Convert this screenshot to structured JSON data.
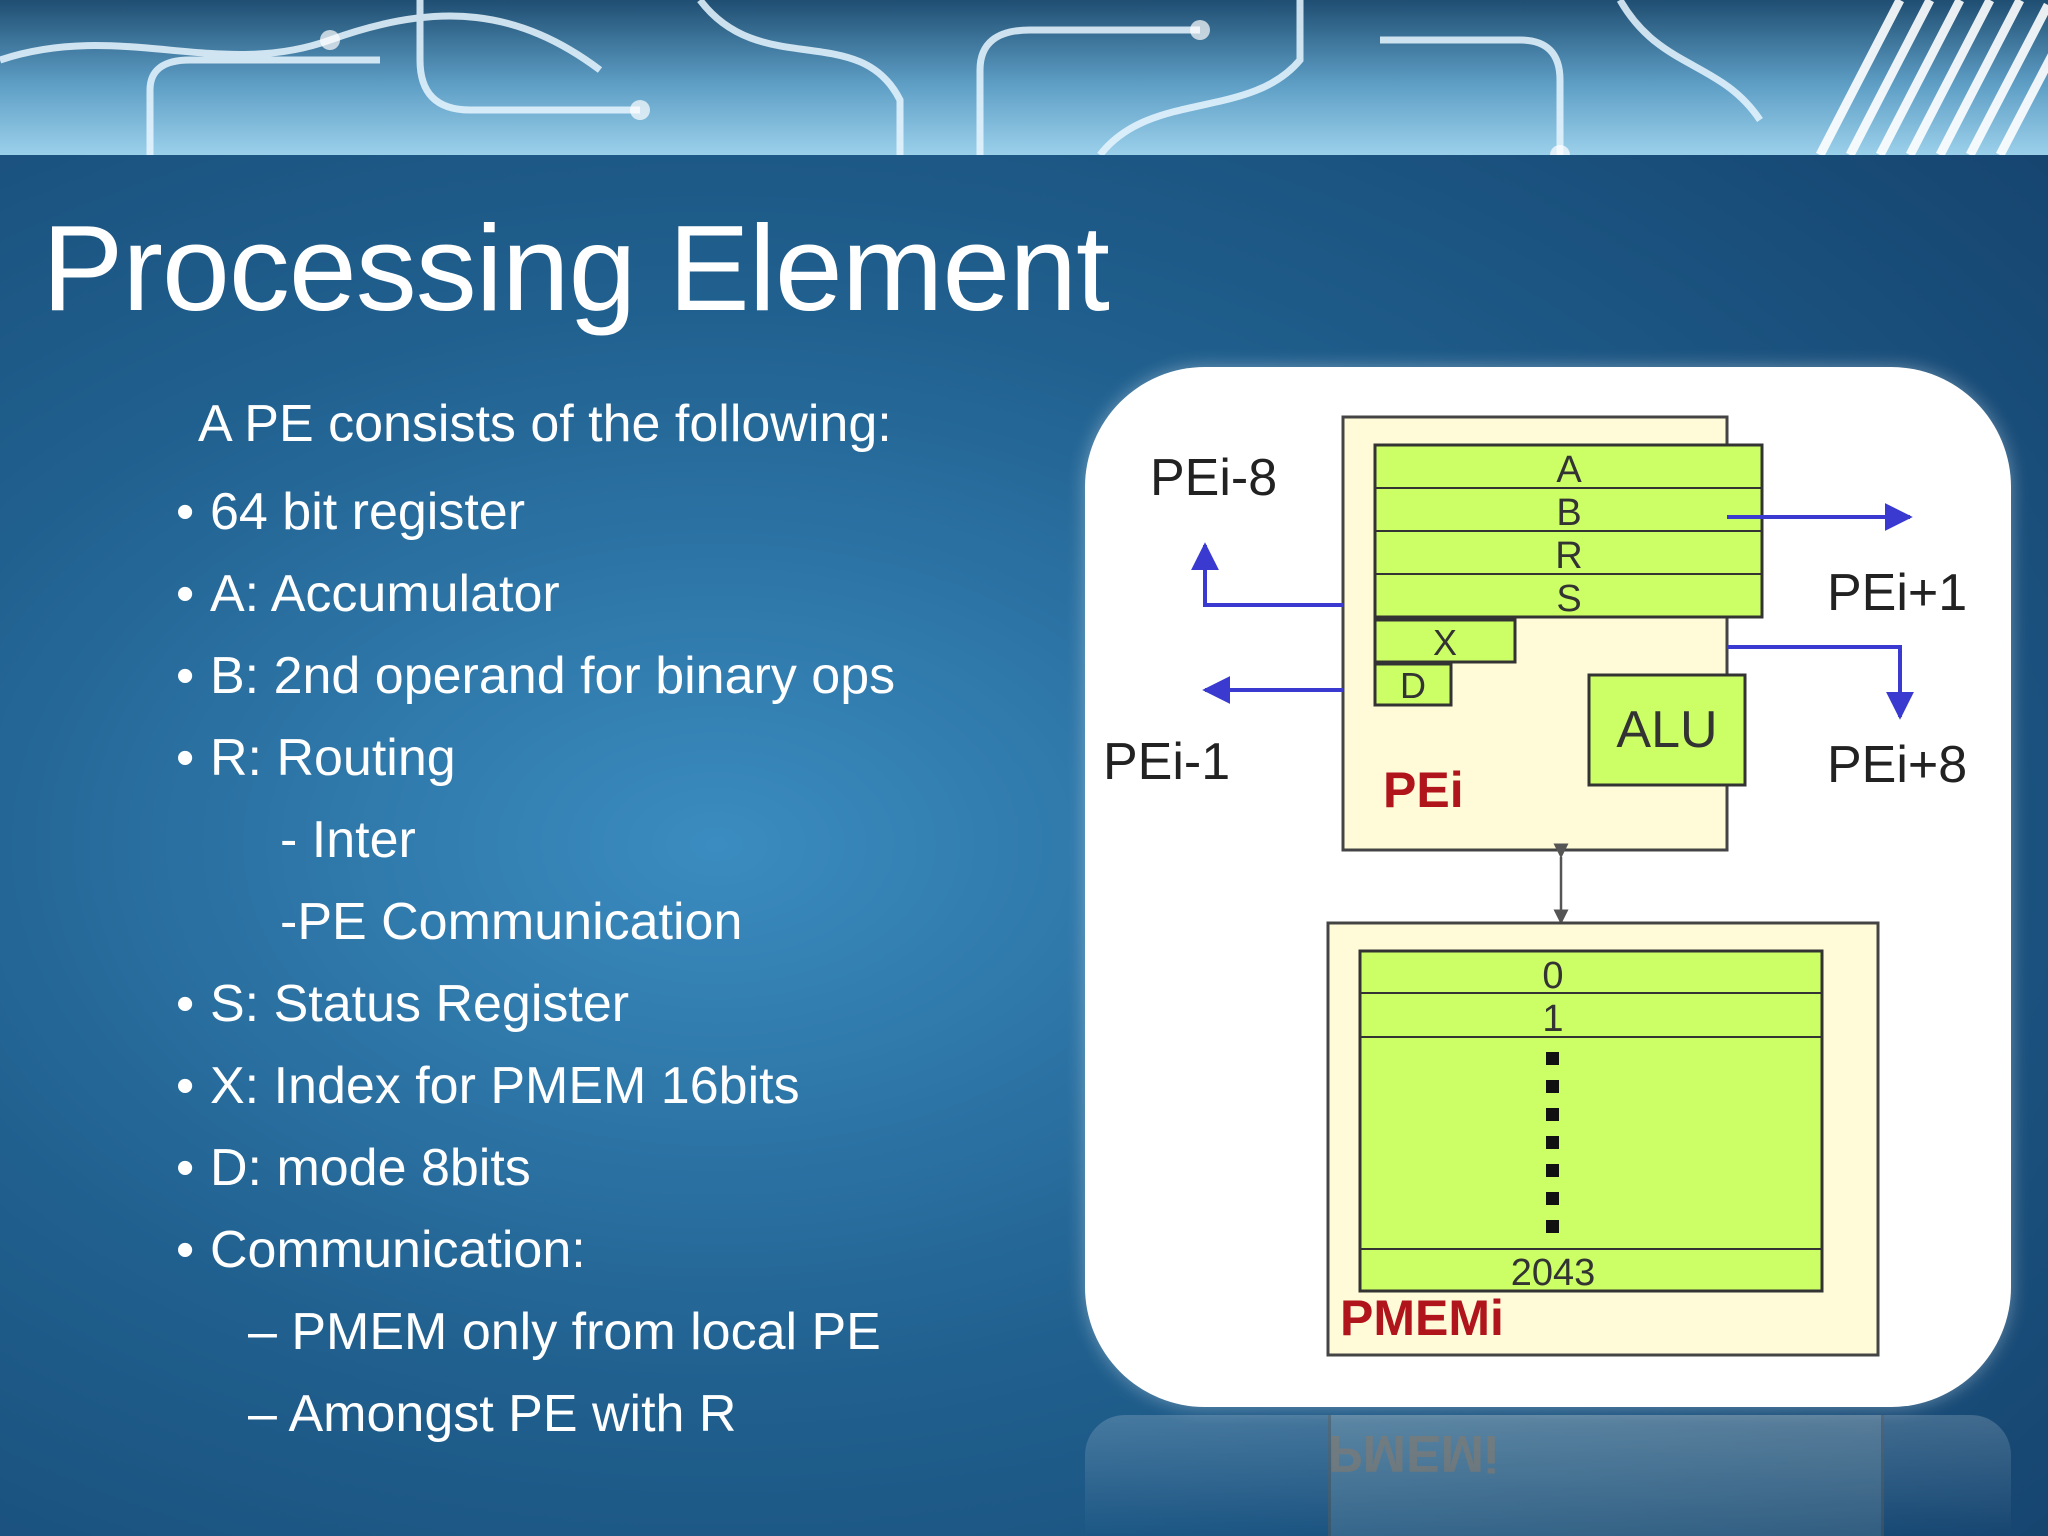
{
  "slide": {
    "title": "Processing Element",
    "intro": "A PE consists of the following:",
    "items": [
      {
        "text": "64 bit register",
        "bullet": true
      },
      {
        "text": "A: Accumulator",
        "bullet": true
      },
      {
        "text": "B: 2nd operand for binary ops",
        "bullet": true
      },
      {
        "text": "R: Routing",
        "bullet": true
      },
      {
        "text": "- Inter",
        "bullet": false
      },
      {
        "text": "-PE Communication",
        "bullet": false
      },
      {
        "text": "S: Status Register",
        "bullet": true
      },
      {
        "text": "X: Index for PMEM 16bits",
        "bullet": true
      },
      {
        "text": "D: mode 8bits",
        "bullet": true
      },
      {
        "text": "Communication:",
        "bullet": true
      },
      {
        "text": "– PMEM only from local PE",
        "bullet": false
      },
      {
        "text": "– Amongst PE with R",
        "bullet": false
      }
    ]
  },
  "diagram": {
    "neighbors": {
      "up": "PEi-8",
      "left": "PEi-1",
      "right": "PEi+1",
      "down": "PEi+8"
    },
    "registers": [
      "A",
      "B",
      "R",
      "S"
    ],
    "small_registers": [
      "X",
      "D"
    ],
    "alu": "ALU",
    "pe_label": "PEi",
    "memory": {
      "first": "0",
      "second": "1",
      "last": "2043",
      "label": "PMEMi"
    },
    "reflection_text": "PMEMi",
    "colors": {
      "register_fill": "#ccff66",
      "box_fill": "#fffbd9",
      "label_red": "#b0151c",
      "arrow_blue": "#3a3ad0"
    }
  }
}
